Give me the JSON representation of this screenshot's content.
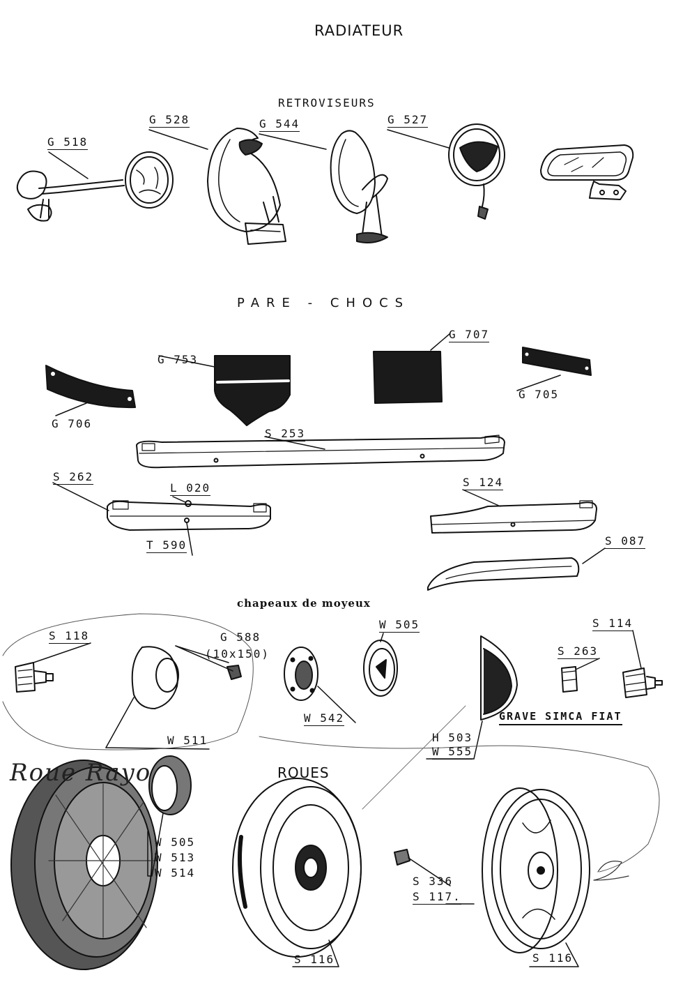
{
  "headings": {
    "main_title": "RADIATEUR",
    "mirrors": "RETROVISEURS",
    "bumpers": "PARE - CHOCS",
    "hubcaps": "chapeaux de moyeux",
    "brands": "GRAVE SIMCA FIAT",
    "wheels": "ROUES",
    "handwritten_note": "Roue Rayo"
  },
  "labels": {
    "g518": "G 518",
    "g528": "G 528",
    "g544": "G 544",
    "g527": "G 527",
    "g753": "G 753",
    "g707": "G 707",
    "g706": "G 706",
    "g705": "G 705",
    "s253": "S 253",
    "s262": "S 262",
    "l020": "L 020",
    "t590": "T 590",
    "s124": "S 124",
    "s087": "S 087",
    "s118": "S 118",
    "g588": "G 588",
    "g588_size": "(10x150)",
    "w505_top": "W 505",
    "s114": "S 114",
    "s263": "S 263",
    "w542": "W 542",
    "w511": "W 511",
    "h503": "H 503",
    "w555": "W 555",
    "w505": "W 505",
    "w513": "W 513",
    "w514": "W 514",
    "s336": "S 336",
    "s117": "S 117.",
    "s116_left": "S 116",
    "s116_right": "S 116"
  }
}
